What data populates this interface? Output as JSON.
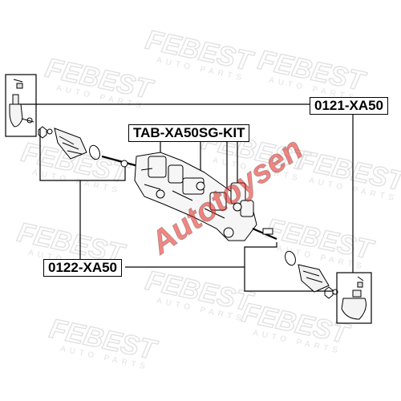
{
  "labels": {
    "tab_kit": "TAB-XA50SG-KIT",
    "tie_rod_end": "0121-XA50",
    "tie_rod": "0122-XA50"
  },
  "watermarks": {
    "brand": "FEBEST",
    "sub": "AUTO PARTS",
    "overlay": "Autotoysen"
  },
  "colors": {
    "lines": "#000000",
    "watermark": "#e2e2e2",
    "overlay_red": "#e3231b",
    "overlay_dark": "#3a3a3a"
  }
}
